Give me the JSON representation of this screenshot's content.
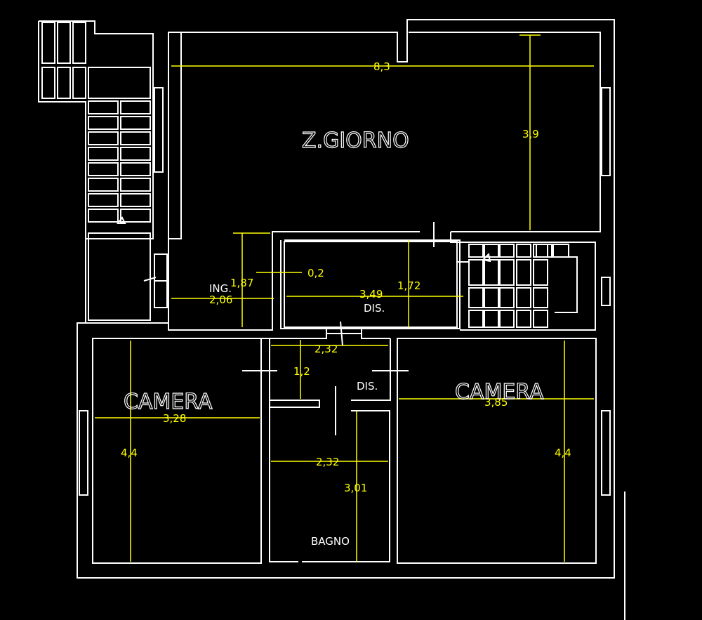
{
  "rooms": {
    "zona_giorno": "Z.GIORNO",
    "ingresso": "ING.",
    "disimpegno_1": "DIS.",
    "disimpegno_2": "DIS.",
    "camera_left": "CAMERA",
    "camera_right": "CAMERA",
    "bagno": "BAGNO"
  },
  "dimensions": {
    "zg_width": "8,3",
    "zg_depth": "3,9",
    "ing_height": "1,87",
    "ing_width": "2,06",
    "wall_02": "0,2",
    "dis_width": "3,49",
    "dis_height": "1,72",
    "corr_width": "2,32",
    "corr_height": "1,2",
    "cam_left_width": "3,28",
    "cam_left_depth": "4,4",
    "cam_right_width": "3,85",
    "cam_right_depth": "4,4",
    "bagno_width": "2,32",
    "bagno_depth": "3,01"
  },
  "colors": {
    "background": "#000000",
    "walls": "#ffffff",
    "dimensions": "#ffff00"
  }
}
